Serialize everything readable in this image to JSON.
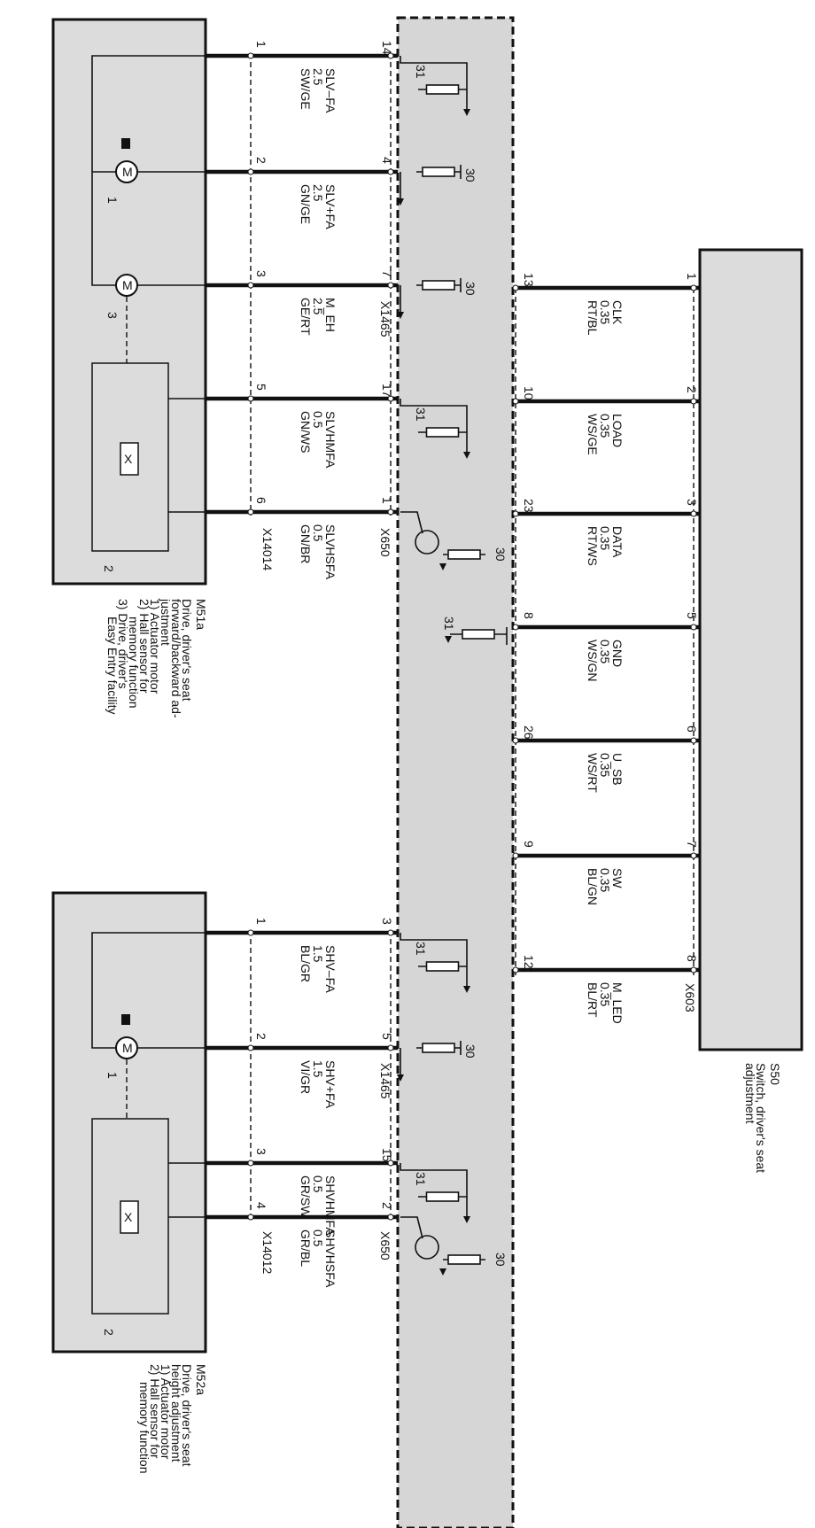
{
  "components": {
    "m51a": {
      "id": "M51a",
      "lines": [
        "Drive, driver's seat",
        "forward/backward ad-",
        "justment",
        "1) Actuator motor",
        "2) Hall sensor for",
        "memory function",
        "3) Drive, driver's",
        "Easy Entry facility"
      ],
      "callouts": [
        "1",
        "3",
        "2"
      ]
    },
    "m52a": {
      "id": "M52a",
      "lines": [
        "Drive, driver's seat",
        "height adjustment",
        "1) Actuator motor",
        "2) Hall sensor for",
        "memory function"
      ],
      "callouts": [
        "1",
        "2"
      ]
    },
    "s50": {
      "id": "S50",
      "lines": [
        "Switch, driver's seat",
        "adjustment"
      ]
    }
  },
  "connectors": {
    "m51a": "X14014",
    "m51a_ecu_a": "X1465",
    "m51a_ecu_b": "X650",
    "m52a": "X14012",
    "m52a_ecu_a": "X1465",
    "m52a_ecu_b": "X650",
    "s50": "X603"
  },
  "wires_m51a": [
    {
      "signal": "SLV–FA",
      "size": "2.5",
      "color": "SW/GE",
      "motor_pin": "1",
      "ecu_pin": "14",
      "ref": "31"
    },
    {
      "signal": "SLV+FA",
      "size": "2.5",
      "color": "GN/GE",
      "motor_pin": "2",
      "ecu_pin": "4",
      "ref": "30"
    },
    {
      "signal": "M_EH",
      "size": "2.5",
      "color": "GE/RT",
      "motor_pin": "3",
      "ecu_pin": "7",
      "ref": "30"
    },
    {
      "signal": "SLVHMFA",
      "size": "0.5",
      "color": "GN/WS",
      "motor_pin": "5",
      "ecu_pin": "17",
      "ref": "31"
    },
    {
      "signal": "SLVHSFA",
      "size": "0.5",
      "color": "GN/BR",
      "motor_pin": "6",
      "ecu_pin": "1",
      "ref": "30"
    }
  ],
  "wires_m52a": [
    {
      "signal": "SHV–FA",
      "size": "1.5",
      "color": "BL/GR",
      "motor_pin": "1",
      "ecu_pin": "3",
      "ref": "31"
    },
    {
      "signal": "SHV+FA",
      "size": "1.5",
      "color": "VI/GR",
      "motor_pin": "2",
      "ecu_pin": "5",
      "ref": "30"
    },
    {
      "signal": "SHVHMFA",
      "size": "0.5",
      "color": "GR/SW",
      "motor_pin": "3",
      "ecu_pin": "15",
      "ref": "31"
    },
    {
      "signal": "SHVHSFA",
      "size": "0.5",
      "color": "GR/BL",
      "motor_pin": "4",
      "ecu_pin": "2",
      "ref": "30"
    }
  ],
  "wires_s50": [
    {
      "signal": "CLK",
      "size": "0.35",
      "color": "RT/BL",
      "ecu_pin": "13",
      "switch_pin": "1"
    },
    {
      "signal": "LOAD",
      "size": "0.35",
      "color": "WS/GE",
      "ecu_pin": "10",
      "switch_pin": "2"
    },
    {
      "signal": "DATA",
      "size": "0.35",
      "color": "RT/WS",
      "ecu_pin": "23",
      "switch_pin": "3"
    },
    {
      "signal": "GND",
      "size": "0.35",
      "color": "WS/GN",
      "ecu_pin": "8",
      "switch_pin": "5",
      "ref": "31"
    },
    {
      "signal": "U_SB",
      "size": "0.35",
      "color": "WS/RT",
      "ecu_pin": "26",
      "switch_pin": "6"
    },
    {
      "signal": "SW",
      "size": "0.35",
      "color": "BL/GN",
      "ecu_pin": "9",
      "switch_pin": "7"
    },
    {
      "signal": "M_LED",
      "size": "0.35",
      "color": "BL/RT",
      "ecu_pin": "12",
      "switch_pin": "8"
    }
  ],
  "motor_symbol_label": "M",
  "hall_symbol_label": "X"
}
